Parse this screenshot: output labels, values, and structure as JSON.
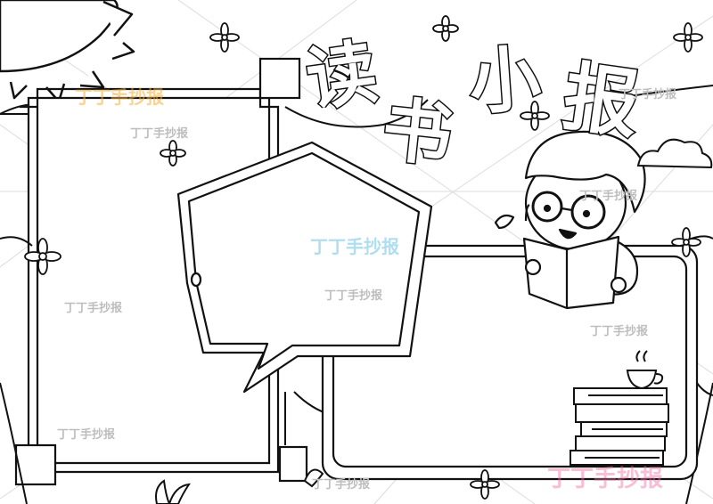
{
  "title": {
    "chars": [
      "读",
      "书",
      "小",
      "报"
    ],
    "fill_color": "#ffffff",
    "outline_color": "#111111"
  },
  "watermark": {
    "text": "丁丁手抄报",
    "color": "#bdbdbd",
    "brand_colors": [
      "#f2b134",
      "#6fc3e6",
      "#ef6fa0"
    ]
  },
  "icons": [
    "sun-icon",
    "flower-icon",
    "cloud-icon",
    "boy-reader-icon",
    "book-icon",
    "teacup-icon",
    "book-stack-icon",
    "grass-icon"
  ],
  "colors": {
    "line": "#111111",
    "paper": "#ffffff",
    "guide": "#d9d9d9"
  }
}
